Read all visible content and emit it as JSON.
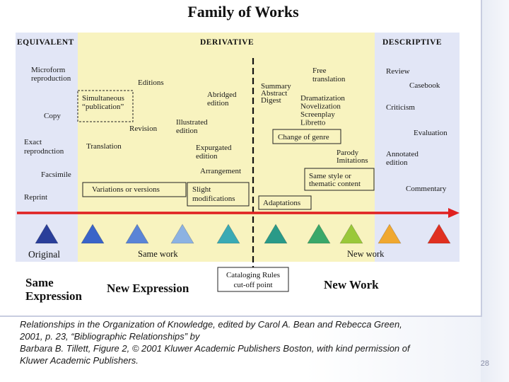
{
  "title": "Family of Works",
  "sections": {
    "equivalent": "EQUIVALENT",
    "derivative": "DERIVATIVE",
    "descriptive": "DESCRIPTIVE"
  },
  "colors": {
    "equivalent_bg": "#e2e6f6",
    "derivative_bg": "#f8f3bf",
    "descriptive_bg": "#e2e6f6",
    "arrow": "#e02020"
  },
  "labels": [
    {
      "id": "microform",
      "lines": [
        "Microform",
        "reproduction"
      ],
      "boxed": false
    },
    {
      "id": "editions",
      "lines": [
        "Editions"
      ],
      "boxed": false
    },
    {
      "id": "simultaneous",
      "lines": [
        "Simultaneous",
        "“publication”"
      ],
      "boxed": "dashed"
    },
    {
      "id": "copy",
      "lines": [
        "Copy"
      ],
      "boxed": false
    },
    {
      "id": "revision",
      "lines": [
        "Revision"
      ],
      "boxed": false
    },
    {
      "id": "exact",
      "lines": [
        "Exact",
        "reprodnction"
      ],
      "boxed": false
    },
    {
      "id": "translation",
      "lines": [
        "Translation"
      ],
      "boxed": false
    },
    {
      "id": "facsimile",
      "lines": [
        "Facsimile"
      ],
      "boxed": false
    },
    {
      "id": "reprint",
      "lines": [
        "Reprint"
      ],
      "boxed": false
    },
    {
      "id": "variations",
      "lines": [
        "Variations or versions"
      ],
      "boxed": true
    },
    {
      "id": "abridged",
      "lines": [
        "Abridged",
        "edition"
      ],
      "boxed": false
    },
    {
      "id": "illustrated",
      "lines": [
        "Illustrated",
        "edition"
      ],
      "boxed": false
    },
    {
      "id": "expurgated",
      "lines": [
        "Expurgated",
        "edition"
      ],
      "boxed": false
    },
    {
      "id": "arrangement",
      "lines": [
        "Arrangement"
      ],
      "boxed": false
    },
    {
      "id": "slight",
      "lines": [
        "Slight",
        "modifications"
      ],
      "boxed": true
    },
    {
      "id": "summary",
      "lines": [
        "Summary",
        "Abstract",
        "Digest"
      ],
      "boxed": false
    },
    {
      "id": "free-translation",
      "lines": [
        "Free",
        "translation"
      ],
      "boxed": false
    },
    {
      "id": "dramatization",
      "lines": [
        "Dramatization",
        "Novelization",
        "Screenplay",
        "Libretto"
      ],
      "boxed": false
    },
    {
      "id": "change-genre",
      "lines": [
        "Change of genre"
      ],
      "boxed": true
    },
    {
      "id": "parody",
      "lines": [
        "Parody",
        "Imitations"
      ],
      "boxed": false
    },
    {
      "id": "same-style",
      "lines": [
        "Same style or",
        "thematic content"
      ],
      "boxed": true
    },
    {
      "id": "adaptations",
      "lines": [
        "Adaptations"
      ],
      "boxed": true
    },
    {
      "id": "review",
      "lines": [
        "Review"
      ],
      "boxed": false
    },
    {
      "id": "casebook",
      "lines": [
        "Casebook"
      ],
      "boxed": false
    },
    {
      "id": "criticism",
      "lines": [
        "Criticism"
      ],
      "boxed": false
    },
    {
      "id": "evaluation",
      "lines": [
        "Evaluation"
      ],
      "boxed": false
    },
    {
      "id": "annotated",
      "lines": [
        "Annotated",
        "edition"
      ],
      "boxed": false
    },
    {
      "id": "commentary",
      "lines": [
        "Commentary"
      ],
      "boxed": false
    }
  ],
  "triangles": [
    {
      "color": "#2a3f9a"
    },
    {
      "color": "#3a64c8"
    },
    {
      "color": "#5a84d6"
    },
    {
      "color": "#8cb2e2"
    },
    {
      "color": "#3aaab4"
    },
    {
      "color": "#2a9a88"
    },
    {
      "color": "#3aa86a"
    },
    {
      "color": "#9ac83a"
    },
    {
      "color": "#e8d840"
    },
    {
      "color": "#f0a830"
    },
    {
      "color": "#e03020"
    }
  ],
  "axis_labels": {
    "original": "Original",
    "same_work": "Same work",
    "new_work_small": "New work"
  },
  "bottom": {
    "same_expression": [
      "Same",
      "Expression"
    ],
    "new_expression": "New Expression",
    "cutoff": [
      "Cataloging Rules",
      "cut-off point"
    ],
    "new_work": "New Work"
  },
  "caption": [
    "Relationships in the Organization of Knowledge, edited by Carol A. Bean and Rebecca Green,",
    "2001, p. 23, “Bibliographic Relationships” by",
    "Barbara B. Tillett, Figure 2, © 2001 Kluwer Academic Publishers Boston, with kind permission of",
    "Kluwer Academic Publishers."
  ],
  "slide_number": "28"
}
